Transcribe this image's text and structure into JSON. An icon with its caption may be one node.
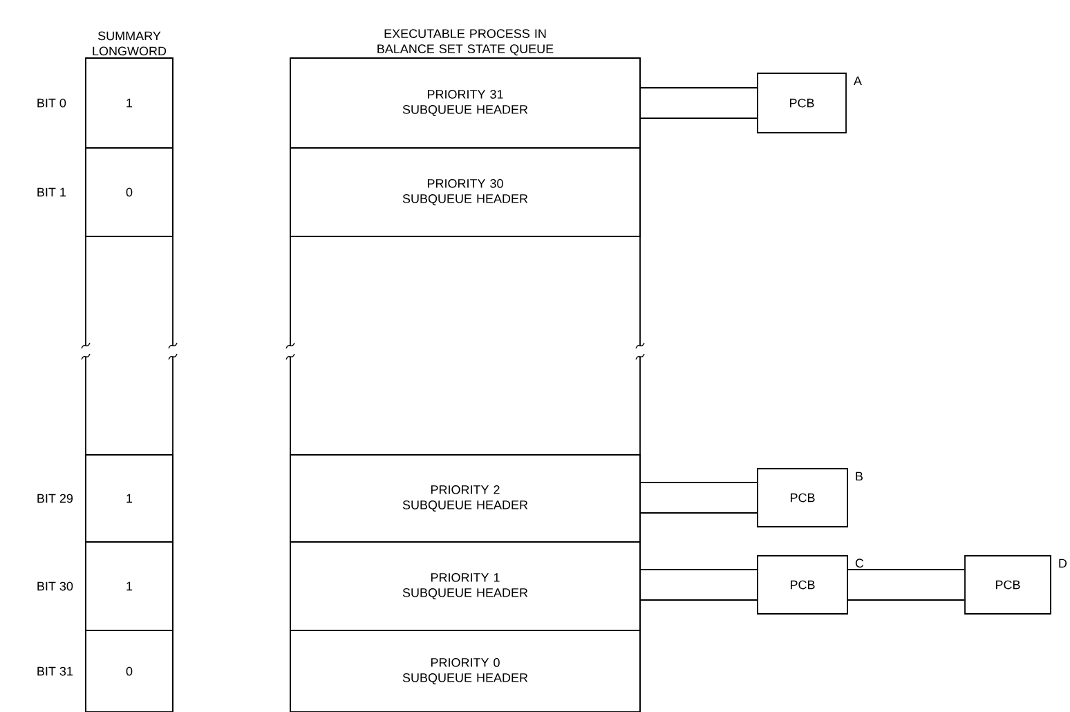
{
  "diagram": {
    "nodes": [
      {
        "text": [
          "SUMMARY LONGWORD"
        ]
      },
      {
        "text": [
          "1"
        ],
        "in": 0,
        "beside": [
          "BIT 0"
        ]
      },
      {
        "text": [
          "0"
        ],
        "in": 0,
        "beside": [
          "BIT 1"
        ]
      },
      {
        "text": [
          "1"
        ],
        "in": 0,
        "beside": [
          "BIT 29"
        ]
      },
      {
        "text": [
          "1"
        ],
        "in": 0,
        "beside": [
          "BIT 30"
        ]
      },
      {
        "text": [
          "0"
        ],
        "in": 0,
        "beside": [
          "BIT 31"
        ]
      },
      {
        "text": [
          "EXECUTABLE PROCESS IN BALANCE SET STATE QUEUE"
        ]
      },
      {
        "text": [
          "PRIORITY 31 SUBQUEUE HEADER"
        ],
        "in": 6
      },
      {
        "text": [
          "PRIORITY 30 SUBQUEUE HEADER"
        ],
        "in": 6
      },
      {
        "text": [
          "PRIORITY 2 SUBQUEUE HEADER"
        ],
        "in": 6
      },
      {
        "text": [
          "PRIORITY 1 SUBQUEUE HEADER"
        ],
        "in": 6
      },
      {
        "text": [
          "PRIORITY 0 SUBQUEUE HEADER"
        ],
        "in": 6
      },
      {
        "text": [
          "PCB"
        ],
        "beside": [
          "A"
        ]
      },
      {
        "text": [
          "PCB"
        ],
        "beside": [
          "B"
        ]
      },
      {
        "text": [
          "PCB"
        ],
        "beside": [
          "C"
        ]
      },
      {
        "text": [
          "PCB"
        ],
        "beside": [
          "D"
        ]
      }
    ],
    "edges": [
      {
        "from": 7,
        "to": 12,
        "arrow": "none"
      },
      {
        "from": 7,
        "to": 12,
        "arrow": "none"
      },
      {
        "from": 9,
        "to": 13,
        "arrow": "none"
      },
      {
        "from": 9,
        "to": 13,
        "arrow": "none"
      },
      {
        "from": 10,
        "to": 14,
        "arrow": "none"
      },
      {
        "from": 10,
        "to": 14,
        "arrow": "none"
      },
      {
        "from": 14,
        "to": 15,
        "arrow": "none"
      },
      {
        "from": 14,
        "to": 15,
        "arrow": "none"
      }
    ]
  }
}
